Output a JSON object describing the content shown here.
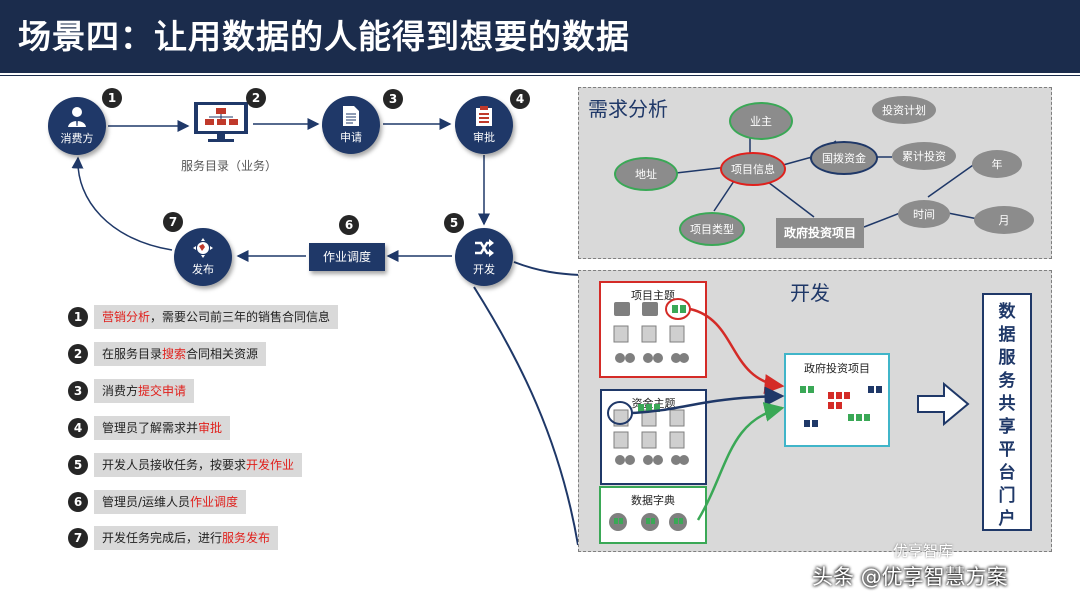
{
  "header": {
    "title": "场景四：让用数据的人能得到想要的数据"
  },
  "flow": {
    "nodes": [
      {
        "num": "1",
        "label": "消费方",
        "icon": "user-icon"
      },
      {
        "num": "2",
        "caption": "服务目录（业务）",
        "icon": "monitor-icon"
      },
      {
        "num": "3",
        "label": "申请",
        "icon": "document-icon"
      },
      {
        "num": "4",
        "label": "审批",
        "icon": "clipboard-icon"
      },
      {
        "num": "5",
        "label": "开发",
        "icon": "shuffle-icon"
      },
      {
        "num": "6",
        "label": "作业调度"
      },
      {
        "num": "7",
        "label": "发布",
        "icon": "globe-icon"
      }
    ]
  },
  "steps": [
    {
      "num": "1",
      "parts": [
        {
          "t": "营销分析",
          "red": true
        },
        {
          "t": "，需要公司前三年的销售合同信息",
          "red": false
        }
      ]
    },
    {
      "num": "2",
      "parts": [
        {
          "t": "在服务目录",
          "red": false
        },
        {
          "t": "搜索",
          "red": true
        },
        {
          "t": "合同相关资源",
          "red": false
        }
      ]
    },
    {
      "num": "3",
      "parts": [
        {
          "t": "消费方",
          "red": false
        },
        {
          "t": "提交申请",
          "red": true
        }
      ]
    },
    {
      "num": "4",
      "parts": [
        {
          "t": "管理员了解需求并",
          "red": false
        },
        {
          "t": "审批",
          "red": true
        }
      ]
    },
    {
      "num": "5",
      "parts": [
        {
          "t": "开发人员接收任务，按要求",
          "red": false
        },
        {
          "t": "开发作业",
          "red": true
        }
      ]
    },
    {
      "num": "6",
      "parts": [
        {
          "t": "管理员/运维人员",
          "red": false
        },
        {
          "t": "作业调度",
          "red": true
        }
      ]
    },
    {
      "num": "7",
      "parts": [
        {
          "t": "开发任务完成后，进行",
          "red": false
        },
        {
          "t": "服务发布",
          "red": true
        }
      ]
    }
  ],
  "demand": {
    "title": "需求分析",
    "nodes": {
      "yezhu": "业主",
      "dizhi": "地址",
      "xiangmu": "项目信息",
      "leixing": "项目类型",
      "guobo": "国拨资金",
      "jihua": "投资计划",
      "leiji": "累计投资",
      "zhengfu": "政府投资项目",
      "shijian": "时间",
      "nian": "年",
      "yue": "月"
    }
  },
  "dev": {
    "title": "开发",
    "box1": "项目主题",
    "box2": "资金主题",
    "box3": "数据字典",
    "target": "政府投资项目",
    "portal": [
      "数",
      "据",
      "服",
      "务",
      "共",
      "享",
      "平",
      "台",
      "门",
      "户"
    ]
  },
  "watermark": {
    "line1": "优享智库",
    "line2": "头条 @优享智慧方案"
  },
  "colors": {
    "navy": "#1f3868",
    "red": "#e0201c",
    "green": "#3aa856",
    "gray": "#8c8c8c"
  }
}
